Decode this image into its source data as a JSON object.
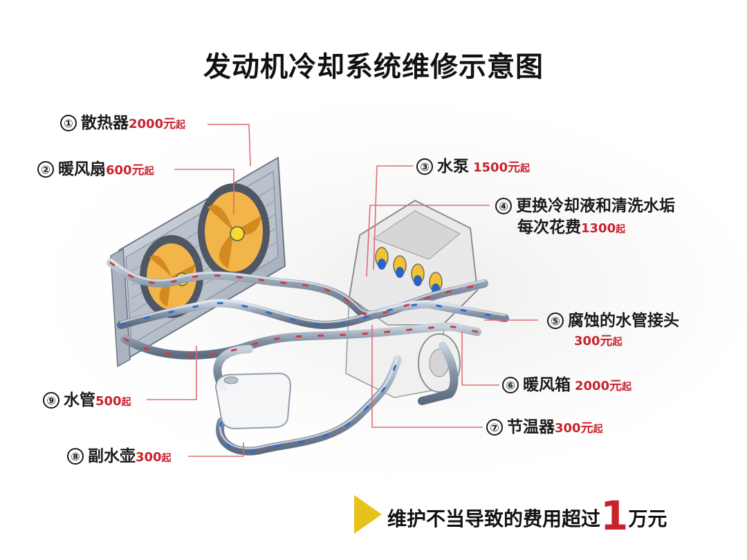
{
  "title": "发动机冷却系统维修示意图",
  "colors": {
    "accent": "#c8232d",
    "leader": "#e06b74",
    "pipe": "#8a99ad",
    "arrow_gold": "#e8c21a"
  },
  "labels": [
    {
      "num": "①",
      "name": "散热器",
      "price": "2000元",
      "unit": "起"
    },
    {
      "num": "②",
      "name": "暖风扇",
      "price": "600元",
      "unit": "起"
    },
    {
      "num": "③",
      "name": "水泵",
      "price": "1500元",
      "unit": "起"
    },
    {
      "num": "④",
      "name": "更换冷却液和清洗水垢",
      "line2": "每次花费",
      "price": "1300",
      "unit": "起"
    },
    {
      "num": "⑤",
      "name": "腐蚀的水管接头",
      "price": "300元",
      "unit": "起"
    },
    {
      "num": "⑥",
      "name": "暖风箱",
      "price": "2000元",
      "unit": "起"
    },
    {
      "num": "⑦",
      "name": "节温器",
      "price": "300元",
      "unit": "起"
    },
    {
      "num": "⑧",
      "name": "副水壶",
      "price": "300",
      "unit": "起"
    },
    {
      "num": "⑨",
      "name": "水管",
      "price": "500",
      "unit": "起"
    }
  ],
  "bottom_note": {
    "before": "维护不当导致的费用超过",
    "big": "1",
    "after": "万元"
  }
}
